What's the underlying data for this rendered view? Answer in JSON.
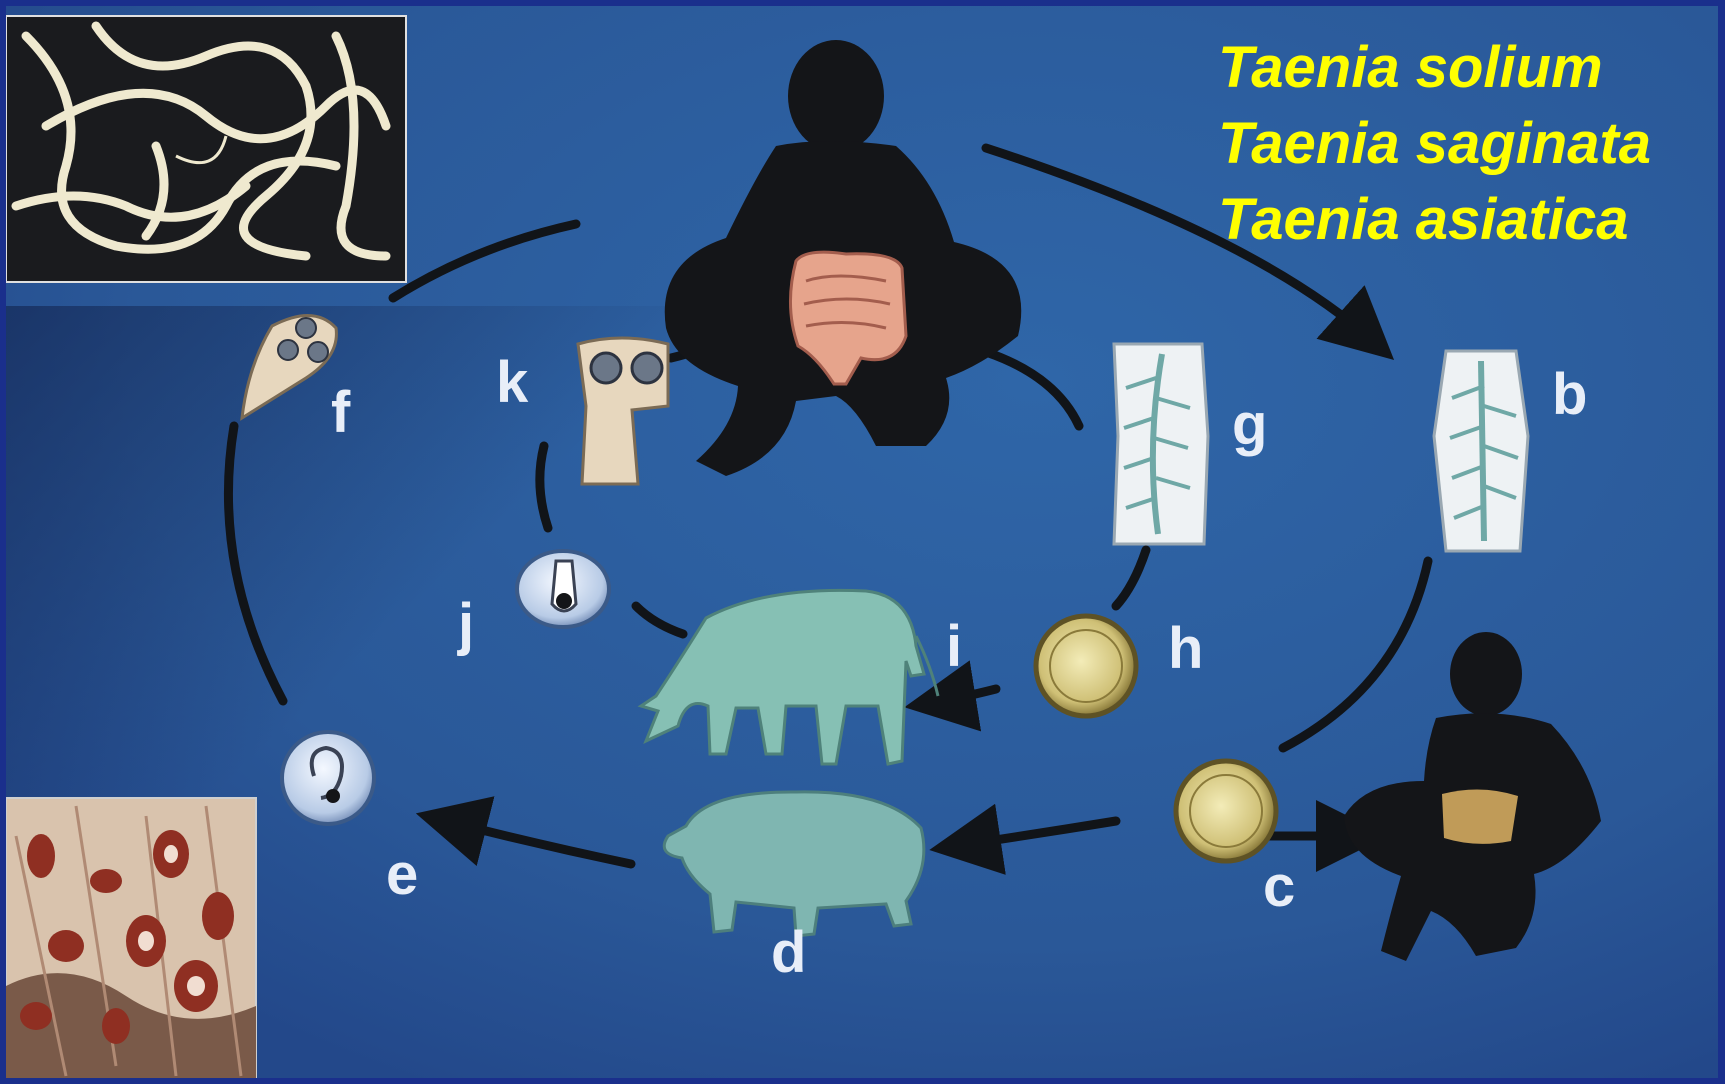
{
  "species_titles": [
    "Taenia solium",
    "Taenia saginata",
    "Taenia asiatica"
  ],
  "stage_labels": {
    "b": "b",
    "c": "c",
    "d": "d",
    "e": "e",
    "f": "f",
    "g": "g",
    "h": "h",
    "i": "i",
    "j": "j",
    "k": "k"
  },
  "colors": {
    "title_text": "#ffff00",
    "background": "#2a5d9a",
    "arrow": "#111418",
    "label": "#e8eef8"
  },
  "photos": [
    "adult-tapeworm-photo",
    "cysticerci-in-muscle-photo"
  ]
}
